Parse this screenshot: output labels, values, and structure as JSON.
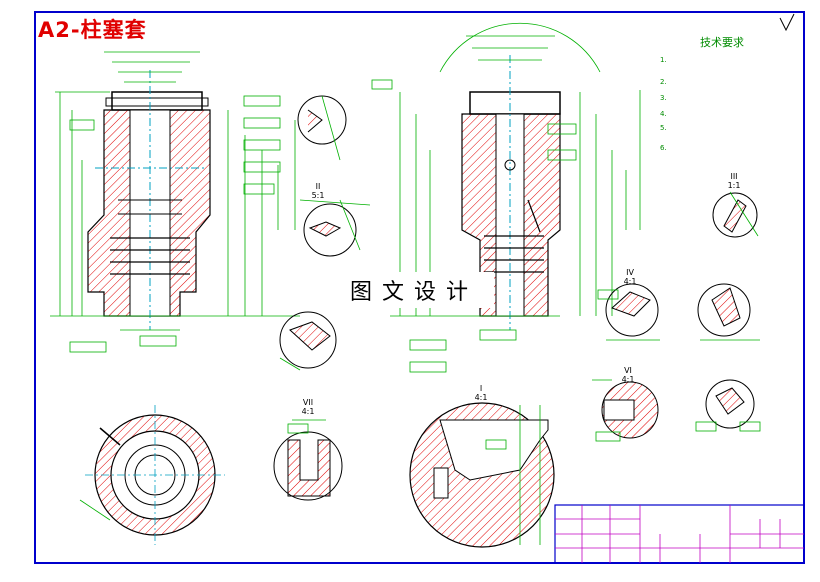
{
  "drawing": {
    "sheet_label": "A2-柱塞套",
    "watermark": "图文设计",
    "tech_requirements": {
      "title": "技术要求",
      "notes": [
        "1.",
        "2.",
        "3.",
        "4.",
        "5.",
        "6."
      ]
    },
    "views": {
      "detail_I": {
        "name": "I",
        "scale": "4:1"
      },
      "detail_II": {
        "name": "II",
        "scale": "5:1"
      },
      "detail_III": {
        "name": "III",
        "scale": "1:1"
      },
      "detail_IV": {
        "name": "IV",
        "scale": "4:1"
      },
      "detail_VI": {
        "name": "VI",
        "scale": "4:1"
      },
      "detail_VII": {
        "name": "VII",
        "scale": "4:1"
      }
    }
  },
  "colors": {
    "border": "#0000cc",
    "outline": "#000000",
    "dimension": "#00b000",
    "hatch": "#e00000",
    "center": "#00a0c0",
    "titleblock_grid": "#c000c0"
  }
}
